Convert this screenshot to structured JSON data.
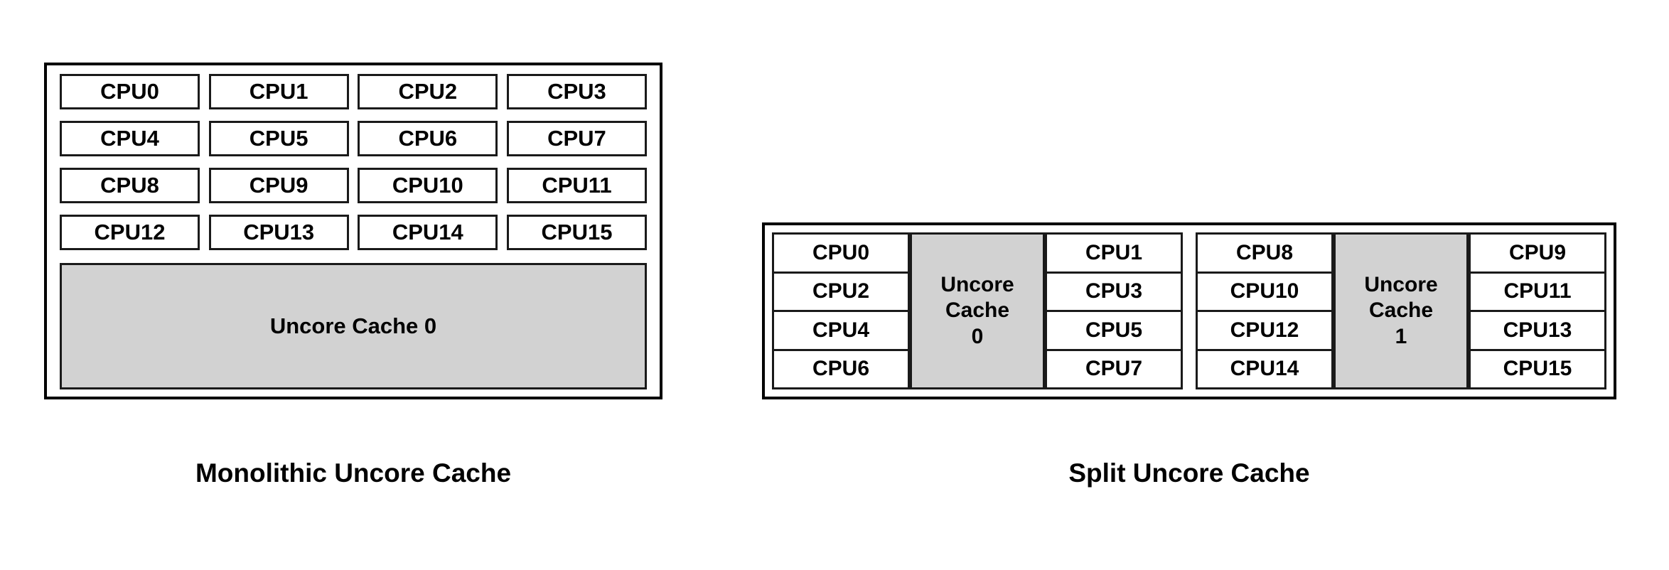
{
  "diagram": {
    "title_left": "Monolithic Uncore Cache",
    "title_right": "Split Uncore Cache",
    "colors": {
      "cache_fill": "#d2d2d2",
      "box_fill": "#ffffff",
      "border": "#1a1a1a",
      "outer_border": "#000000",
      "text": "#000000",
      "background": "#ffffff"
    }
  },
  "monolithic": {
    "cpu_rows": [
      [
        "CPU0",
        "CPU1",
        "CPU2",
        "CPU3"
      ],
      [
        "CPU4",
        "CPU5",
        "CPU6",
        "CPU7"
      ],
      [
        "CPU8",
        "CPU9",
        "CPU10",
        "CPU11"
      ],
      [
        "CPU12",
        "CPU13",
        "CPU14",
        "CPU15"
      ]
    ],
    "cache_label": "Uncore Cache 0"
  },
  "split": {
    "groups": [
      {
        "left_cpus": [
          "CPU0",
          "CPU2",
          "CPU4",
          "CPU6"
        ],
        "cache_line1": "Uncore",
        "cache_line2": "Cache",
        "cache_line3": "0",
        "right_cpus": [
          "CPU1",
          "CPU3",
          "CPU5",
          "CPU7"
        ]
      },
      {
        "left_cpus": [
          "CPU8",
          "CPU10",
          "CPU12",
          "CPU14"
        ],
        "cache_line1": "Uncore",
        "cache_line2": "Cache",
        "cache_line3": "1",
        "right_cpus": [
          "CPU9",
          "CPU11",
          "CPU13",
          "CPU15"
        ]
      }
    ]
  }
}
